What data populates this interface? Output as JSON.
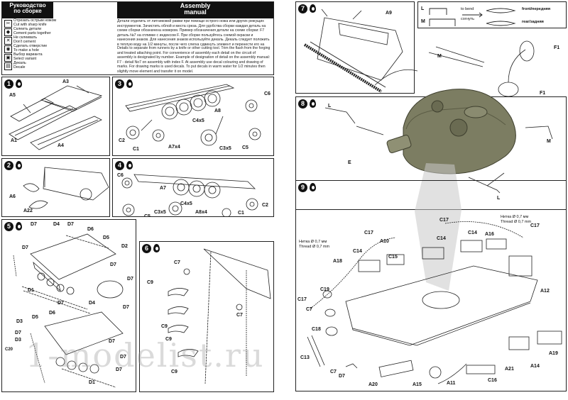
{
  "header": {
    "ru_title_1": "Руководство",
    "ru_title_2": "по сборке",
    "en_title_1": "Assembly",
    "en_title_2": "manual"
  },
  "legend": [
    {
      "icon": "knife-icon",
      "ru": "Отрезать острым ножом",
      "en": "Cut with sharp knife"
    },
    {
      "icon": "glue-icon",
      "ru": "Склеить детали",
      "en": "Cement parts together"
    },
    {
      "icon": "no-glue-icon",
      "ru": "Не склеивать",
      "en": "Don't cement"
    },
    {
      "icon": "drill-icon",
      "ru": "Сделать отверстие",
      "en": "To make a hole"
    },
    {
      "icon": "variant-icon",
      "ru": "Выбор варианта",
      "en": "Select variant"
    },
    {
      "icon": "decal-icon",
      "ru": "Декаль",
      "en": "Decale"
    }
  ],
  "instructions": {
    "ru": "Детали отделить от литниковой рамки при помощи острого ножа или других режущих инструментов. Зачистить облой и места среза. Для удобства сборки каждая деталь на схеме сборки обозначена номером. Пример обозначения детали на схеме сборки: F7 деталь №7 на отливке с индексом F. При сборке пользуйтесь схемой окраски и нанесения знаков. Для нанесения знаков используйте декаль. Декаль следует положить в теплую воду на 1/2 минуты, после чего слегка сдвинуть элемент и перенести его на модель.",
    "en": "Details to separate from runners by a knife or other cutting tool. Trim the flash from the forging and treated attaching point. For convenience of assembly each detail on the circuit of assembly is designated by number. Example of designation of detail on the assembly manual: F7 - detail No7 on assembly with index F. At assembly use decal colouring and drawing of marks. For drawing marks is used decals. To put decals in warm water for 1/2 minutes then slightly move element and transfer it on model."
  },
  "steps": [
    {
      "num": "1",
      "labels": [
        "A3",
        "A5",
        "A1",
        "A4"
      ]
    },
    {
      "num": "2",
      "labels": [
        "A6",
        "A22"
      ]
    },
    {
      "num": "3",
      "labels": [
        "C6",
        "A8",
        "C4x5",
        "C2",
        "C1",
        "A7x4",
        "C3x5",
        "C5"
      ]
    },
    {
      "num": "4",
      "labels": [
        "C6",
        "A7",
        "C4x5",
        "C2",
        "C5",
        "C3x5",
        "A8x4",
        "C1"
      ]
    },
    {
      "num": "5",
      "labels": [
        "D7",
        "D4",
        "D7",
        "D6",
        "D5",
        "D2",
        "D7",
        "D7",
        "D7",
        "D1",
        "D7",
        "D4",
        "D7",
        "D5",
        "D6",
        "D3",
        "D7",
        "D3",
        "D1",
        "D7",
        "D7",
        "D7",
        "C20"
      ]
    },
    {
      "num": "6",
      "labels": [
        "C7",
        "C9",
        "C9",
        "C9",
        "C7",
        "C9"
      ]
    },
    {
      "num": "7",
      "labels": [
        "A9"
      ]
    },
    {
      "num": "8",
      "labels": [
        "F1",
        "M",
        "F1",
        "L",
        "E",
        "M",
        "L"
      ]
    },
    {
      "num": "9",
      "labels": [
        "C17",
        "C17",
        "C17",
        "A10",
        "C14",
        "C14",
        "A16",
        "C14",
        "C15",
        "A18",
        "C19",
        "A12",
        "C17",
        "C7",
        "C18",
        "C13",
        "C7",
        "D7",
        "A20",
        "A15",
        "A11",
        "C16",
        "A21",
        "A14",
        "A19"
      ]
    }
  ],
  "bend_legend": {
    "l": "L",
    "m": "M",
    "to_bend_en": "to bend",
    "to_bend_ru": "согнуть",
    "front": "front/передняя",
    "rear": "rear/задняя"
  },
  "thread_notes": {
    "left_ru": "Нитка Ø 0,7 мм",
    "left_en": "Thread Ø 0,7 mm",
    "right_ru": "Нитка Ø 0,7 мм",
    "right_en": "Thread Ø 0,7 mm"
  },
  "watermark": "1-modelist.ru"
}
